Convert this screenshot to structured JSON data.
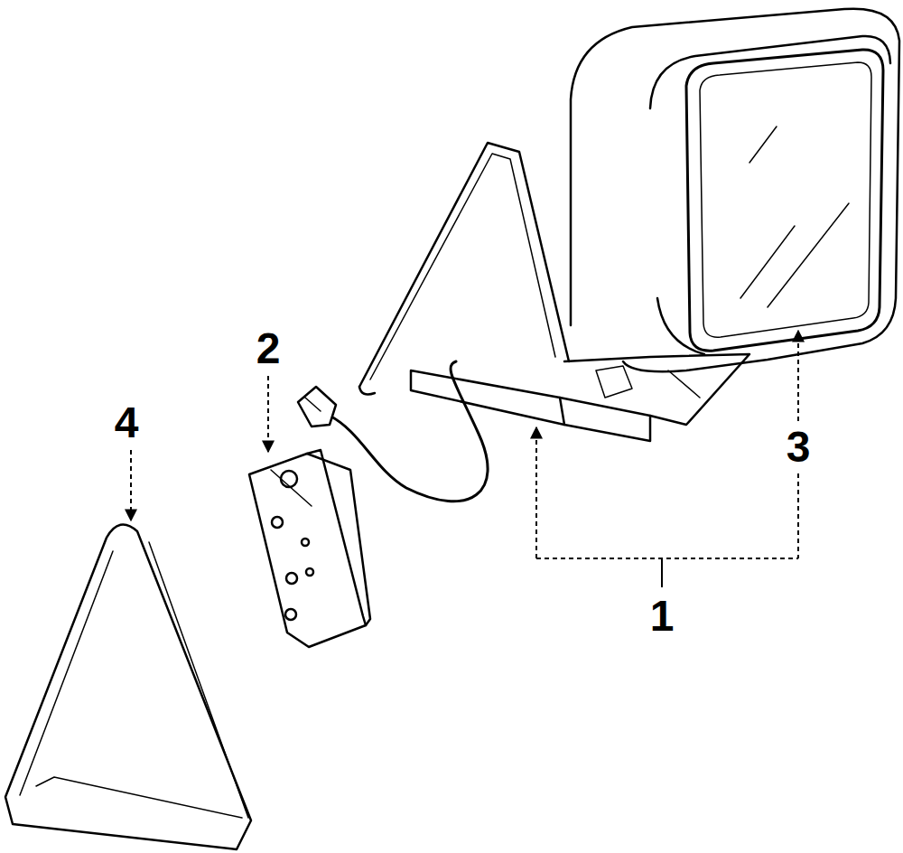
{
  "diagram": {
    "labels": [
      "2",
      "4",
      "3",
      "1"
    ]
  }
}
